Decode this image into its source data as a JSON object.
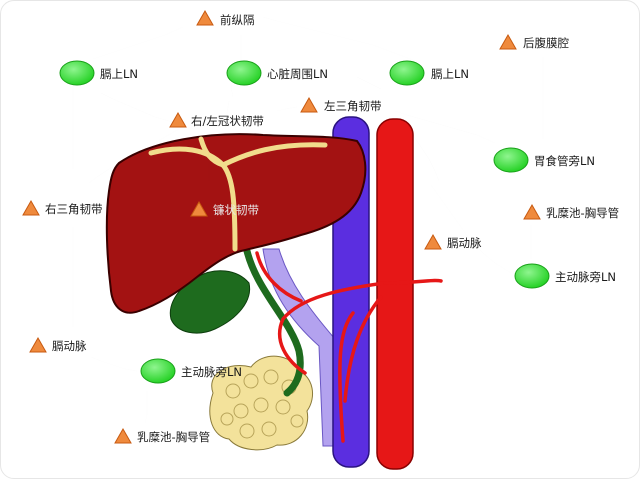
{
  "colors": {
    "liver": "#a31212",
    "liver_outline": "#3a0000",
    "ligament": "#f1dc8c",
    "gallbladder": "#1e6b1e",
    "ivc": "#5b2ee0",
    "aorta": "#e61717",
    "portal_vein": "#b3a2ef",
    "pancreas": "#f3e29b",
    "lymph_node": "#35e035",
    "ligament_marker": "#ef8a3d",
    "arrow": "#111111"
  },
  "labels": {
    "mediastinum": "前纵隔",
    "pericardial_ln": "心脏周围LN",
    "diaphragm_ln_left": "膈上LN",
    "diaphragm_ln_right": "膈上LN",
    "retroperitoneum": "后腹膜腔",
    "coronary_ligament": "右/左冠状韧带",
    "left_triangular": "左三角韧带",
    "falciform": "镰状韧带",
    "right_triangular": "右三角韧带",
    "paraesophageal_ln": "胃食管旁LN",
    "cisterna_chyli_right": "乳糜池-胸导管",
    "phrenic_artery_right": "膈动脉",
    "para_aortic_ln_right": "主动脉旁LN",
    "phrenic_artery_left": "膈动脉",
    "para_aortic_ln_left": "主动脉旁LN",
    "cisterna_chyli_left": "乳糜池-胸导管"
  }
}
